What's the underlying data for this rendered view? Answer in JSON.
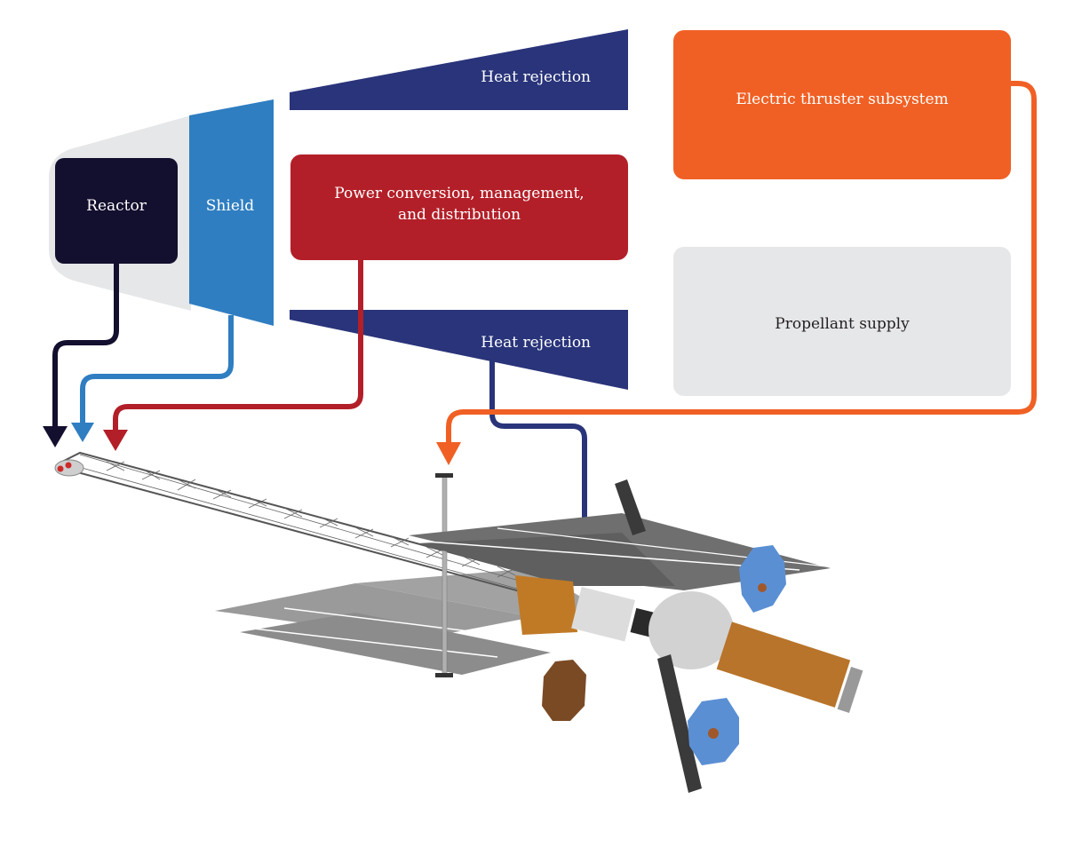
{
  "colors": {
    "reactor": "#130f2e",
    "shield": "#2f7ec1",
    "power": "#b31f28",
    "heat": "#29347a",
    "thruster": "#f06024",
    "propellant": "#e6e7e9",
    "housing": "#e6e7e9"
  },
  "blocks": {
    "reactor": "Reactor",
    "shield": "Shield",
    "power": "Power conversion, management, and distribution",
    "power_line1": "Power conversion, management,",
    "power_line2": "and distribution",
    "heat_top": "Heat rejection",
    "heat_bottom": "Heat rejection",
    "thruster": "Electric thruster subsystem",
    "propellant": "Propellant supply"
  },
  "illustration": {
    "subject": "nuclear electric propulsion spacecraft",
    "parts": [
      "reactor module",
      "truss boom",
      "radiator panels",
      "thruster mast",
      "habitat module",
      "propellant tank",
      "solar arrays",
      "antenna dishes"
    ]
  }
}
